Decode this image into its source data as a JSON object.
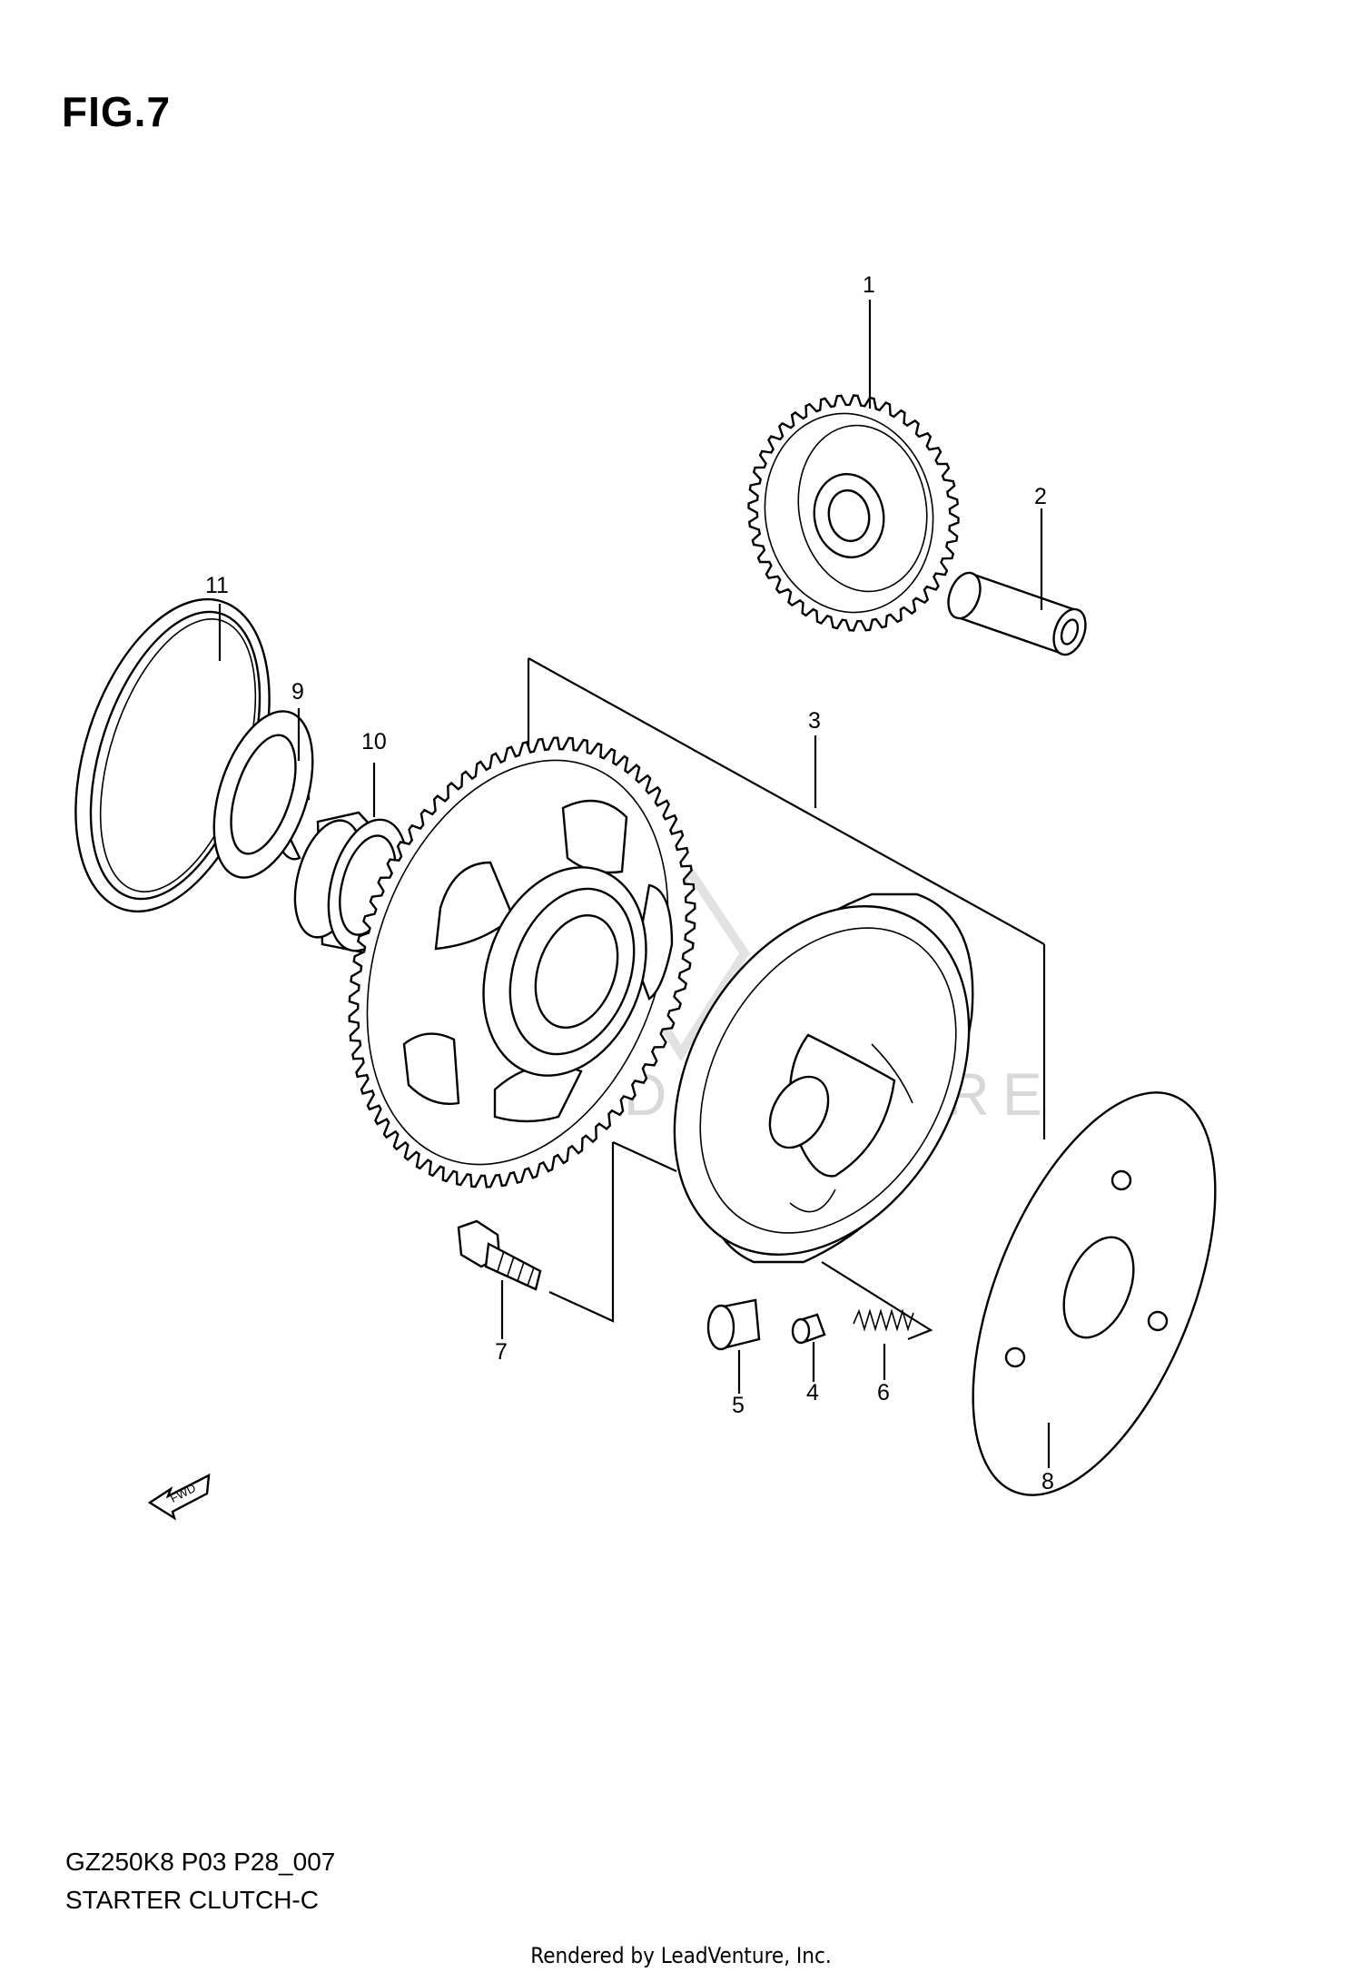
{
  "figure": {
    "title": "FIG.7",
    "code": "GZ250K8 P03 P28_007",
    "subtitle": "STARTER CLUTCH-C",
    "credit": "Rendered by LeadVenture, Inc.",
    "watermark": "LEADVENTURE",
    "fwd_label": "FWD"
  },
  "callouts": [
    "1",
    "2",
    "3",
    "4",
    "5",
    "6",
    "7",
    "8",
    "9",
    "10",
    "11"
  ]
}
